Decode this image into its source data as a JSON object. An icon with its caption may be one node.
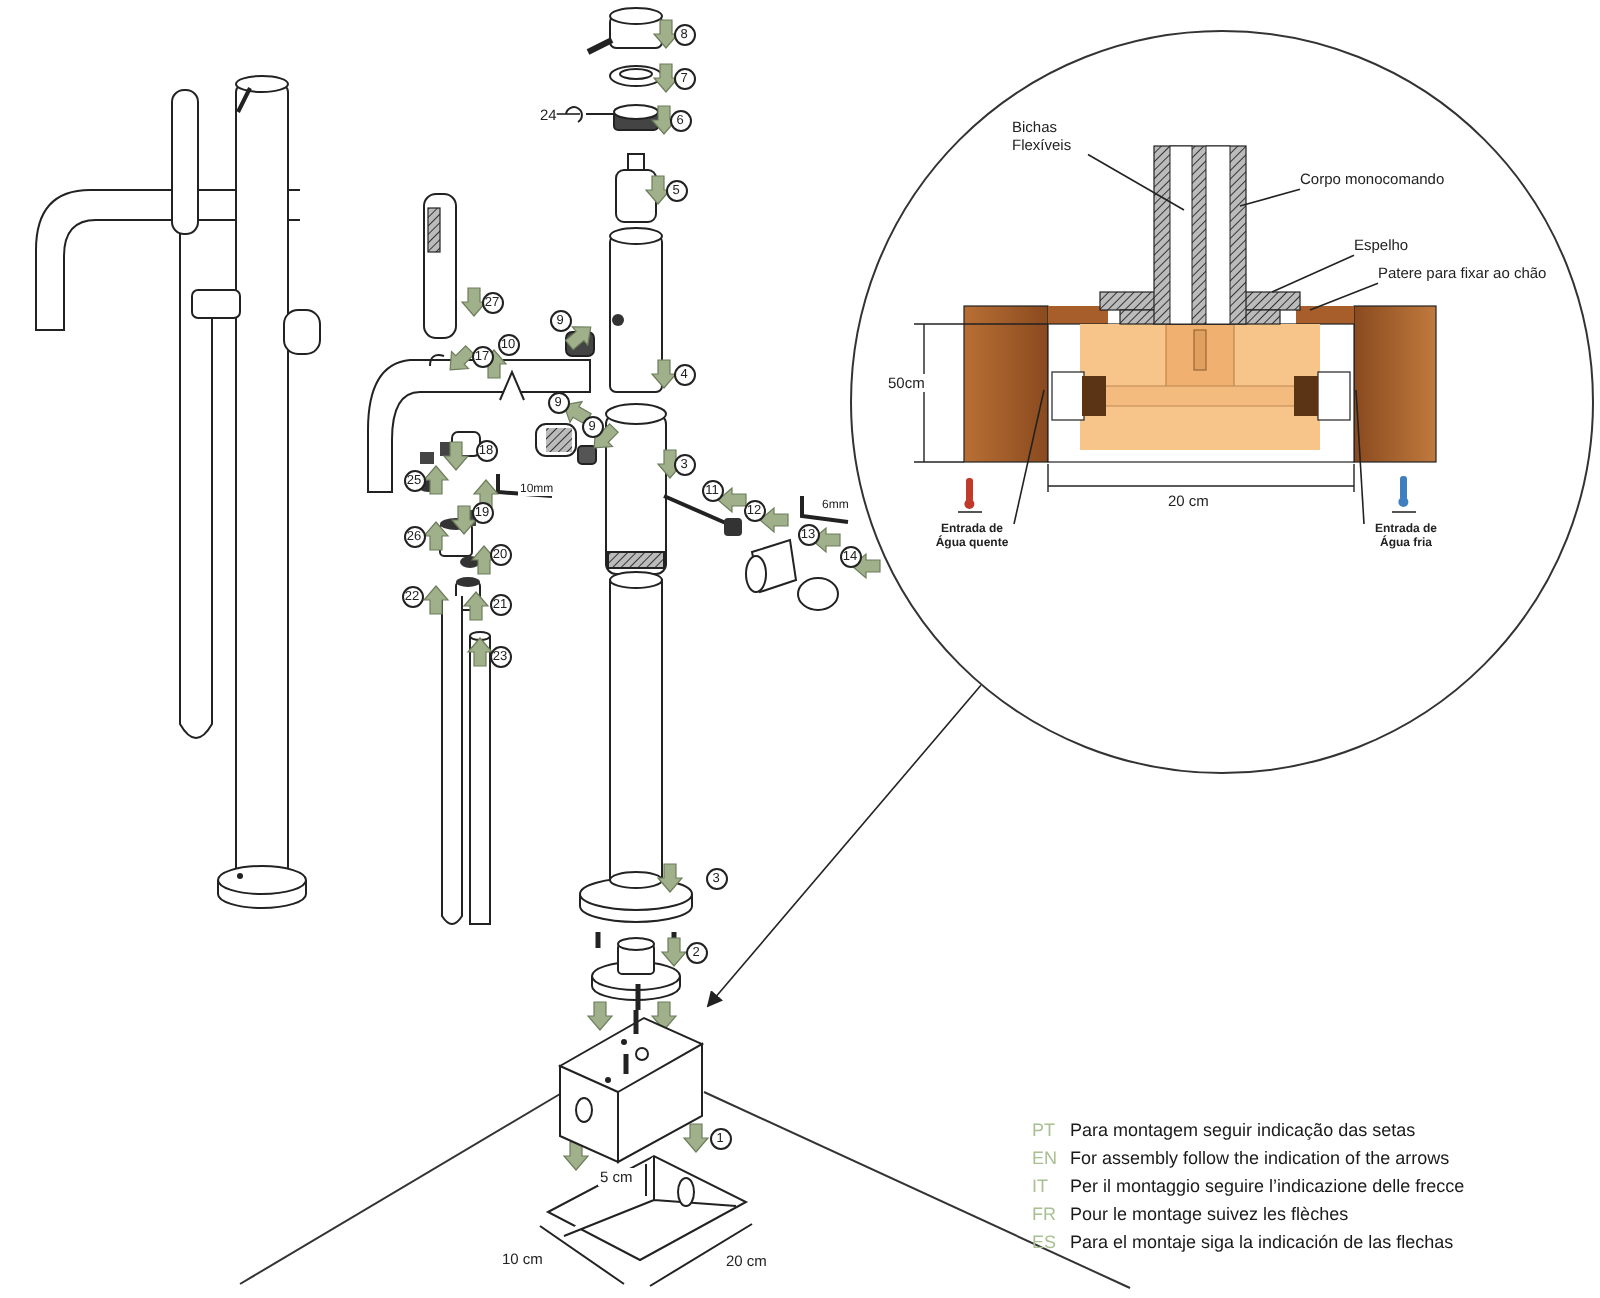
{
  "diagram": {
    "nodes": [
      {
        "text": [],
        "shape": "circle"
      },
      {
        "text": [
          "Bichas Flexíveis"
        ],
        "in": 0
      },
      {
        "text": [
          "Corpo monocomando"
        ],
        "in": 0
      },
      {
        "text": [
          "Espelho"
        ],
        "in": 0
      },
      {
        "text": [
          "Patere para fixar ao chão"
        ],
        "in": 0
      },
      {
        "text": [
          "Entrada de Água quente"
        ],
        "in": 0
      },
      {
        "text": [
          "Entrada de Água fria"
        ],
        "in": 0
      },
      {
        "text": [
          "24"
        ]
      },
      {
        "text": [],
        "shape": "box"
      }
    ],
    "edges": [
      {
        "from": 1,
        "to": null,
        "arrow": "none"
      },
      {
        "from": 2,
        "to": null,
        "arrow": "none"
      },
      {
        "from": 3,
        "to": null,
        "arrow": "none"
      },
      {
        "from": 4,
        "to": null,
        "arrow": "none"
      },
      {
        "from": 5,
        "to": null,
        "arrow": "none"
      },
      {
        "from": 6,
        "to": null,
        "arrow": "none"
      },
      {
        "from": 7,
        "to": null,
        "arrow": "none"
      },
      {
        "from": 0,
        "to": 8,
        "arrow": "to"
      }
    ],
    "labels": [
      "8",
      "7",
      "6",
      "5",
      "27",
      "9",
      "4",
      "17",
      "10",
      "9",
      "9",
      "18",
      "3",
      "25",
      "10mm",
      "11",
      "12",
      "6mm",
      "19",
      "26",
      "13",
      "20",
      "14",
      "22",
      "21",
      "23",
      "3",
      "2",
      "1",
      "5 cm",
      "10 cm",
      "20 cm",
      "50cm",
      "20 cm",
      "PT",
      "Para montagem seguir indicação das setas",
      "EN",
      "For assembly follow the indication of the arrows",
      "IT",
      "Per il montaggio seguire l’indicazione delle frecce",
      "FR",
      "Pour le montage suivez les flèches",
      "ES",
      "Para el montaje siga la indicación de las flechas"
    ]
  }
}
